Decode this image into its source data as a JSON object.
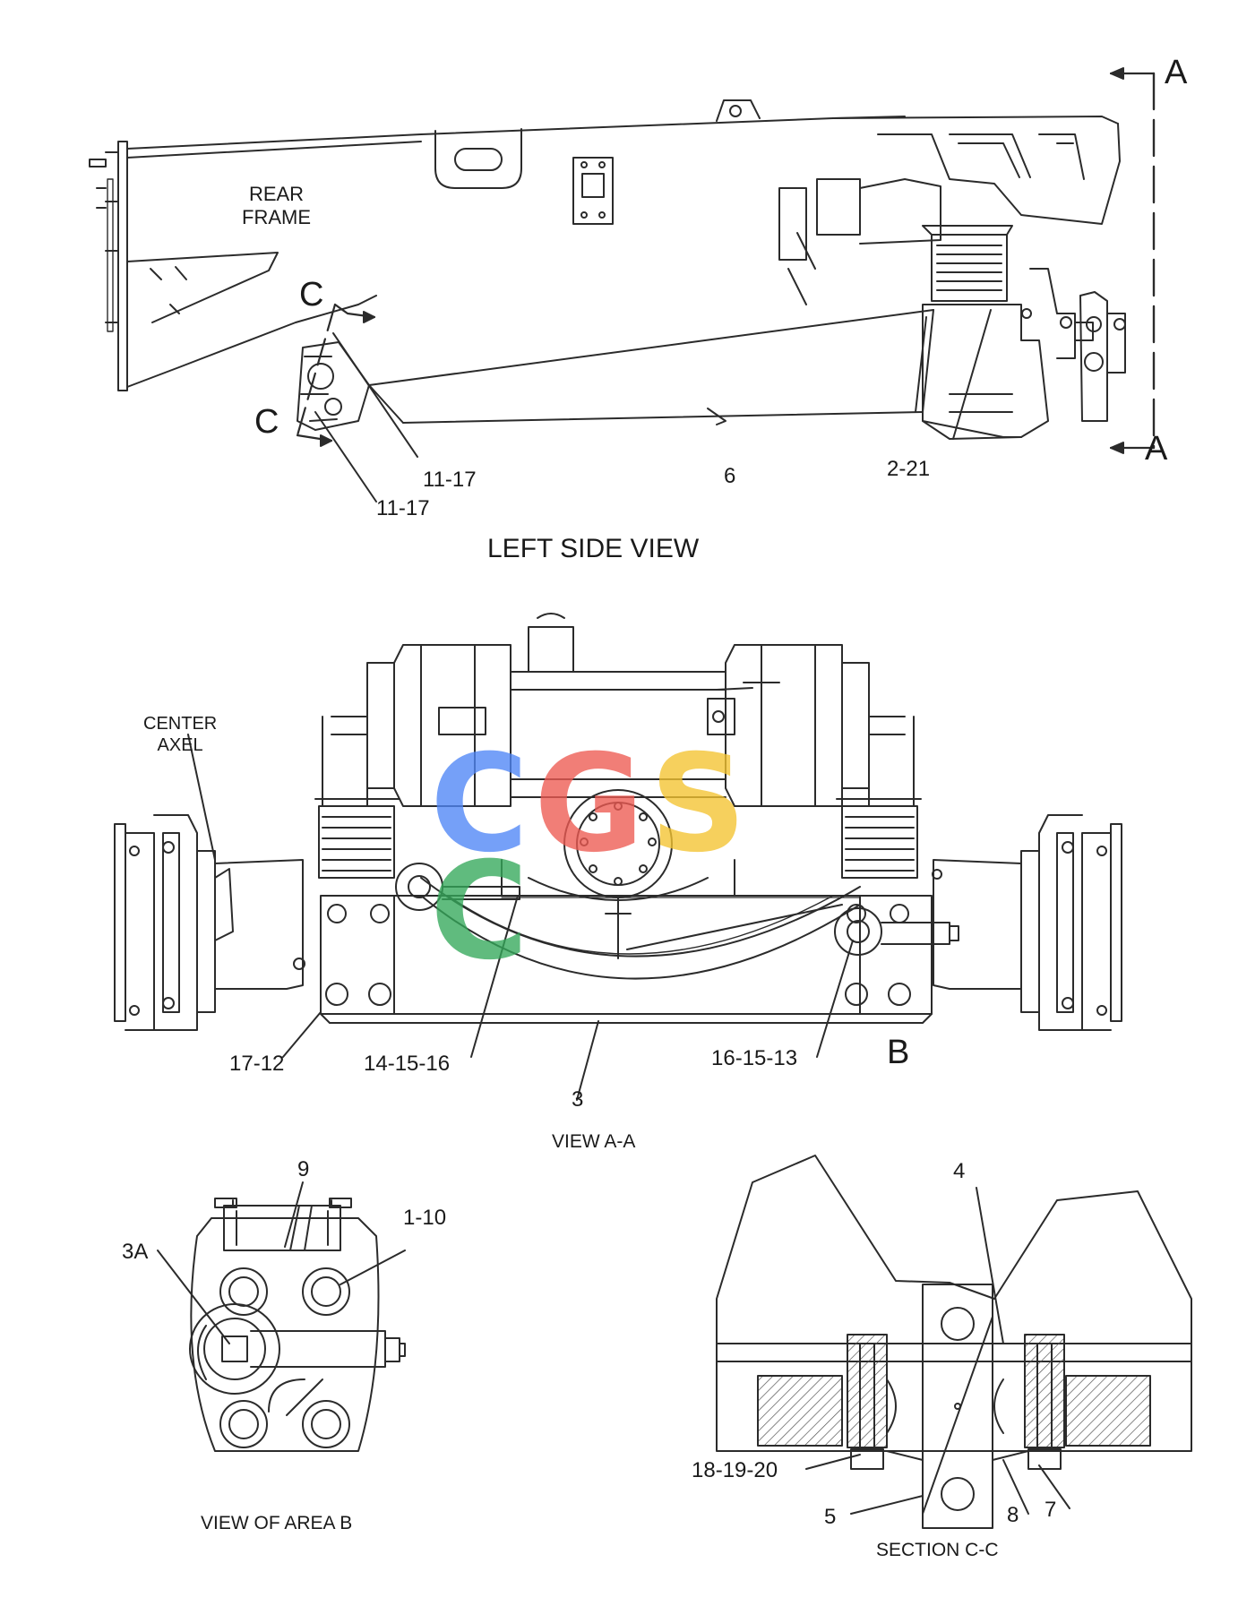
{
  "views": {
    "left_side": {
      "caption": "LEFT SIDE VIEW",
      "rear_frame": "REAR\nFRAME",
      "callouts": [
        "11-17",
        "11-17",
        "6",
        "2-21"
      ],
      "section_marks": [
        "A",
        "A",
        "C",
        "C"
      ]
    },
    "view_aa": {
      "caption": "VIEW A-A",
      "center_axel": "CENTER\nAXEL",
      "callouts": [
        "17-12",
        "14-15-16",
        "3",
        "16-15-13"
      ],
      "area_mark": "B"
    },
    "area_b": {
      "caption": "VIEW OF AREA B",
      "callouts": [
        "9",
        "3A",
        "1-10"
      ]
    },
    "section_cc": {
      "caption": "SECTION C-C",
      "callouts": [
        "4",
        "18-19-20",
        "5",
        "8",
        "7"
      ]
    }
  },
  "watermark": {
    "letters": [
      "C",
      "G",
      "S",
      "C"
    ],
    "colors": [
      "#4f86f7",
      "#ee5a52",
      "#f4c430",
      "#34a85a"
    ]
  },
  "colors": {
    "line": "#2b2b2b",
    "hatch": "#555555"
  }
}
